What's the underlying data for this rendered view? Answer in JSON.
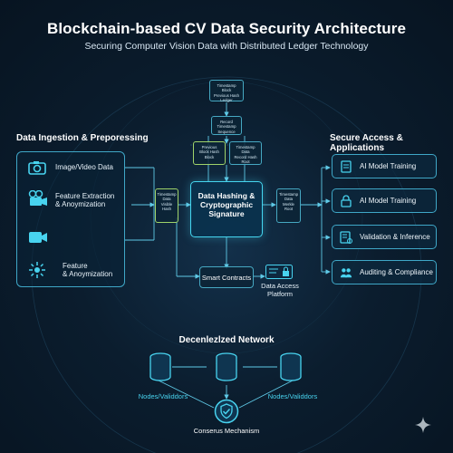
{
  "title": "Blockchain-based CV Data Security Architecture",
  "subtitle": "Securing Computer Vision Data with Distributed Ledger Technology",
  "left_panel": {
    "title": "Data Ingestion & Preporessing",
    "items": [
      {
        "label": "Image/Video Data",
        "icon": "camera-icon"
      },
      {
        "label": "Feature Extraction\n& Anoymization",
        "icon": "video-camera-icon"
      },
      {
        "label": "",
        "icon": "video-camera-icon"
      },
      {
        "label": "Feature\n& Anoymization",
        "icon": "sparkle-icon"
      }
    ]
  },
  "right_panel": {
    "title": "Secure Access & Applications",
    "items": [
      {
        "label": "AI Model Training",
        "icon": "document-icon"
      },
      {
        "label": "AI Model Training",
        "icon": "lock-icon"
      },
      {
        "label": "Validation & Inference",
        "icon": "checklist-icon"
      },
      {
        "label": "Auditing & Compliance",
        "icon": "users-icon"
      }
    ]
  },
  "center": {
    "core_label": "Data Hashing &\nCryptographic\nSignature",
    "smart_contracts": "Smart Contracts",
    "access_platform": "Data Access\nPlatform",
    "blocks": [
      {
        "id": "top1",
        "text": "Timestamp\nBlock\nPrevious Hash\nLedger"
      },
      {
        "id": "top2",
        "text": "Record\nTimestamp\nSequence"
      },
      {
        "id": "mid_left",
        "text": "Previous\nBlock Hash\nBlock"
      },
      {
        "id": "mid_right",
        "text": "Timestamp\nData\nRecord Hash\nRoot"
      },
      {
        "id": "left_side",
        "text": "Timestamp\nData\nVisible\nHash"
      },
      {
        "id": "right_side",
        "text": "Timestamp\nData\nMerkle\nRoot"
      }
    ]
  },
  "network": {
    "title": "Decenlezlzed Network",
    "nodes_left": "Nodes/Validdors",
    "nodes_right": "Nodes/Validdors",
    "consensus": "Conserus Mechanism"
  },
  "colors": {
    "accent": "#45d6f0",
    "border": "#3fa7c7",
    "background": "#0b1d2e"
  }
}
